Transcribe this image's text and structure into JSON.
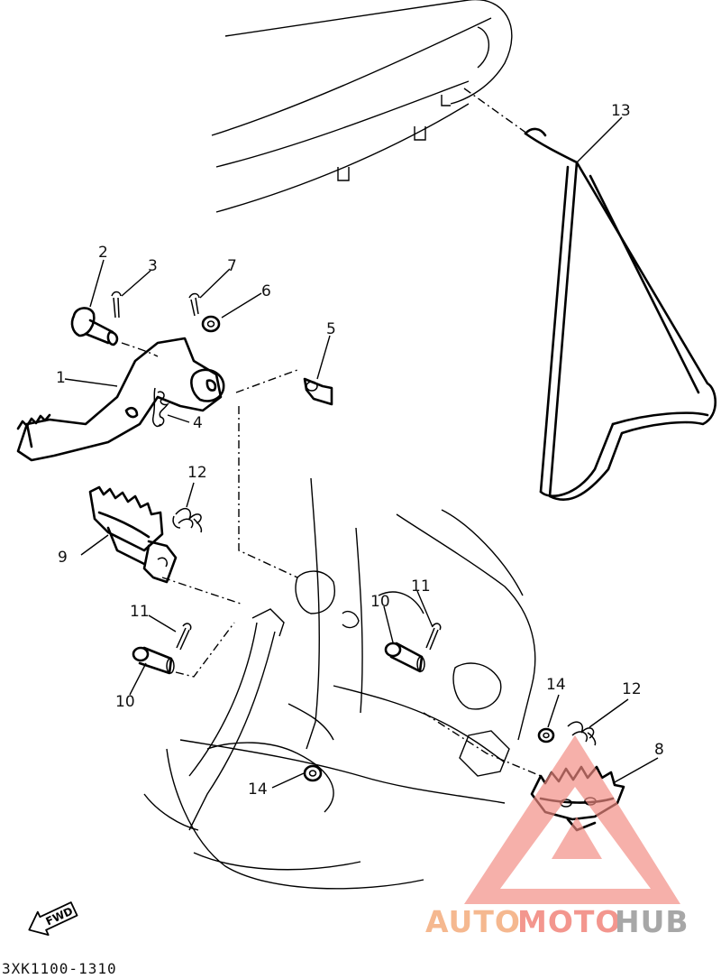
{
  "diagram": {
    "document_code": "3XK1100-1310",
    "fwd_label": "FWD",
    "callouts": {
      "c1": "1",
      "c2": "2",
      "c3": "3",
      "c4": "4",
      "c5": "5",
      "c6": "6",
      "c7": "7",
      "c8": "8",
      "c9": "9",
      "c10a": "10",
      "c10b": "10",
      "c11a": "11",
      "c11b": "11",
      "c12a": "12",
      "c12b": "12",
      "c13": "13",
      "c14a": "14",
      "c14b": "14"
    }
  },
  "watermark": {
    "word1": "AUTO",
    "word2": "MOTO",
    "word3": "HUB",
    "colors": {
      "triangle": "#f28b82",
      "auto": "#f5b183",
      "moto": "#f28b82",
      "hub": "#9e9e9e"
    }
  }
}
